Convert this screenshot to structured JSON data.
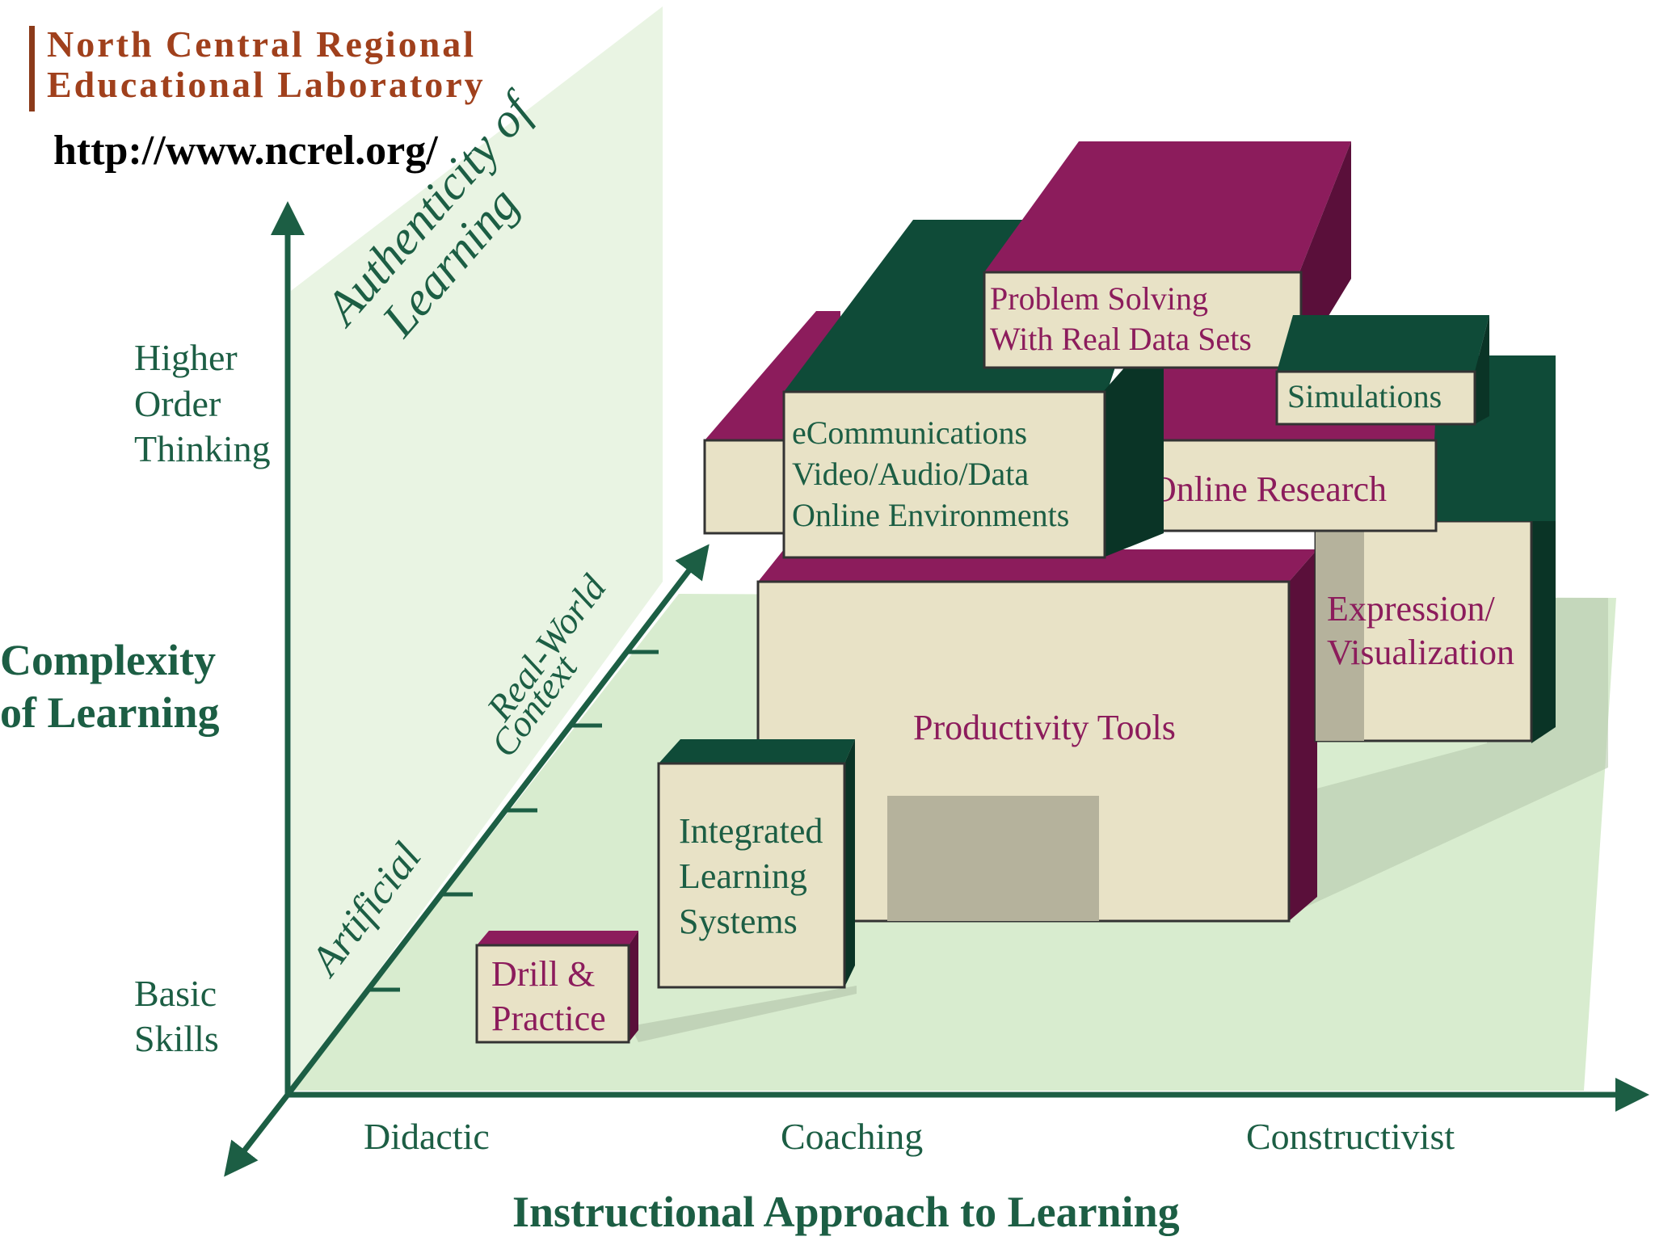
{
  "header": {
    "org_line1": "North Central Regional",
    "org_line2": "Educational Laboratory",
    "url": "http://www.ncrel.org/"
  },
  "axes": {
    "vertical_title_line1": "Complexity",
    "vertical_title_line2": "of Learning",
    "vertical_high": [
      "Higher",
      "Order",
      "Thinking"
    ],
    "vertical_low": [
      "Basic",
      "Skills"
    ],
    "horizontal_title": "Instructional Approach to Learning",
    "horizontal_ticks": [
      "Didactic",
      "Coaching",
      "Constructivist"
    ],
    "depth_title_line1": "Authenticity of",
    "depth_title_line2": "Learning",
    "depth_low": "Artificial",
    "depth_high_line1": "Real-World",
    "depth_high_line2": "Context"
  },
  "blocks": {
    "drill": [
      "Drill &",
      "Practice"
    ],
    "integrated": [
      "Integrated",
      "Learning",
      "Systems"
    ],
    "productivity": "Productivity Tools",
    "expression": [
      "Expression/",
      "Visualization"
    ],
    "online_research": "Online Research",
    "ecomm": [
      "eCommunications",
      "Video/Audio/Data",
      "Online Environments"
    ],
    "problem": [
      "Problem Solving",
      "With Real Data Sets"
    ],
    "simulations": "Simulations"
  },
  "colors": {
    "org_text": "#a0401c",
    "org_bar": "#8b3a1a",
    "axis_green": "#1c5e44",
    "block_face": "#e8e2c6",
    "magenta": "#8c1c5c",
    "dark_green": "#0f4b38",
    "floor": "#d8eccf",
    "back_wall": "#e9f4e3"
  }
}
